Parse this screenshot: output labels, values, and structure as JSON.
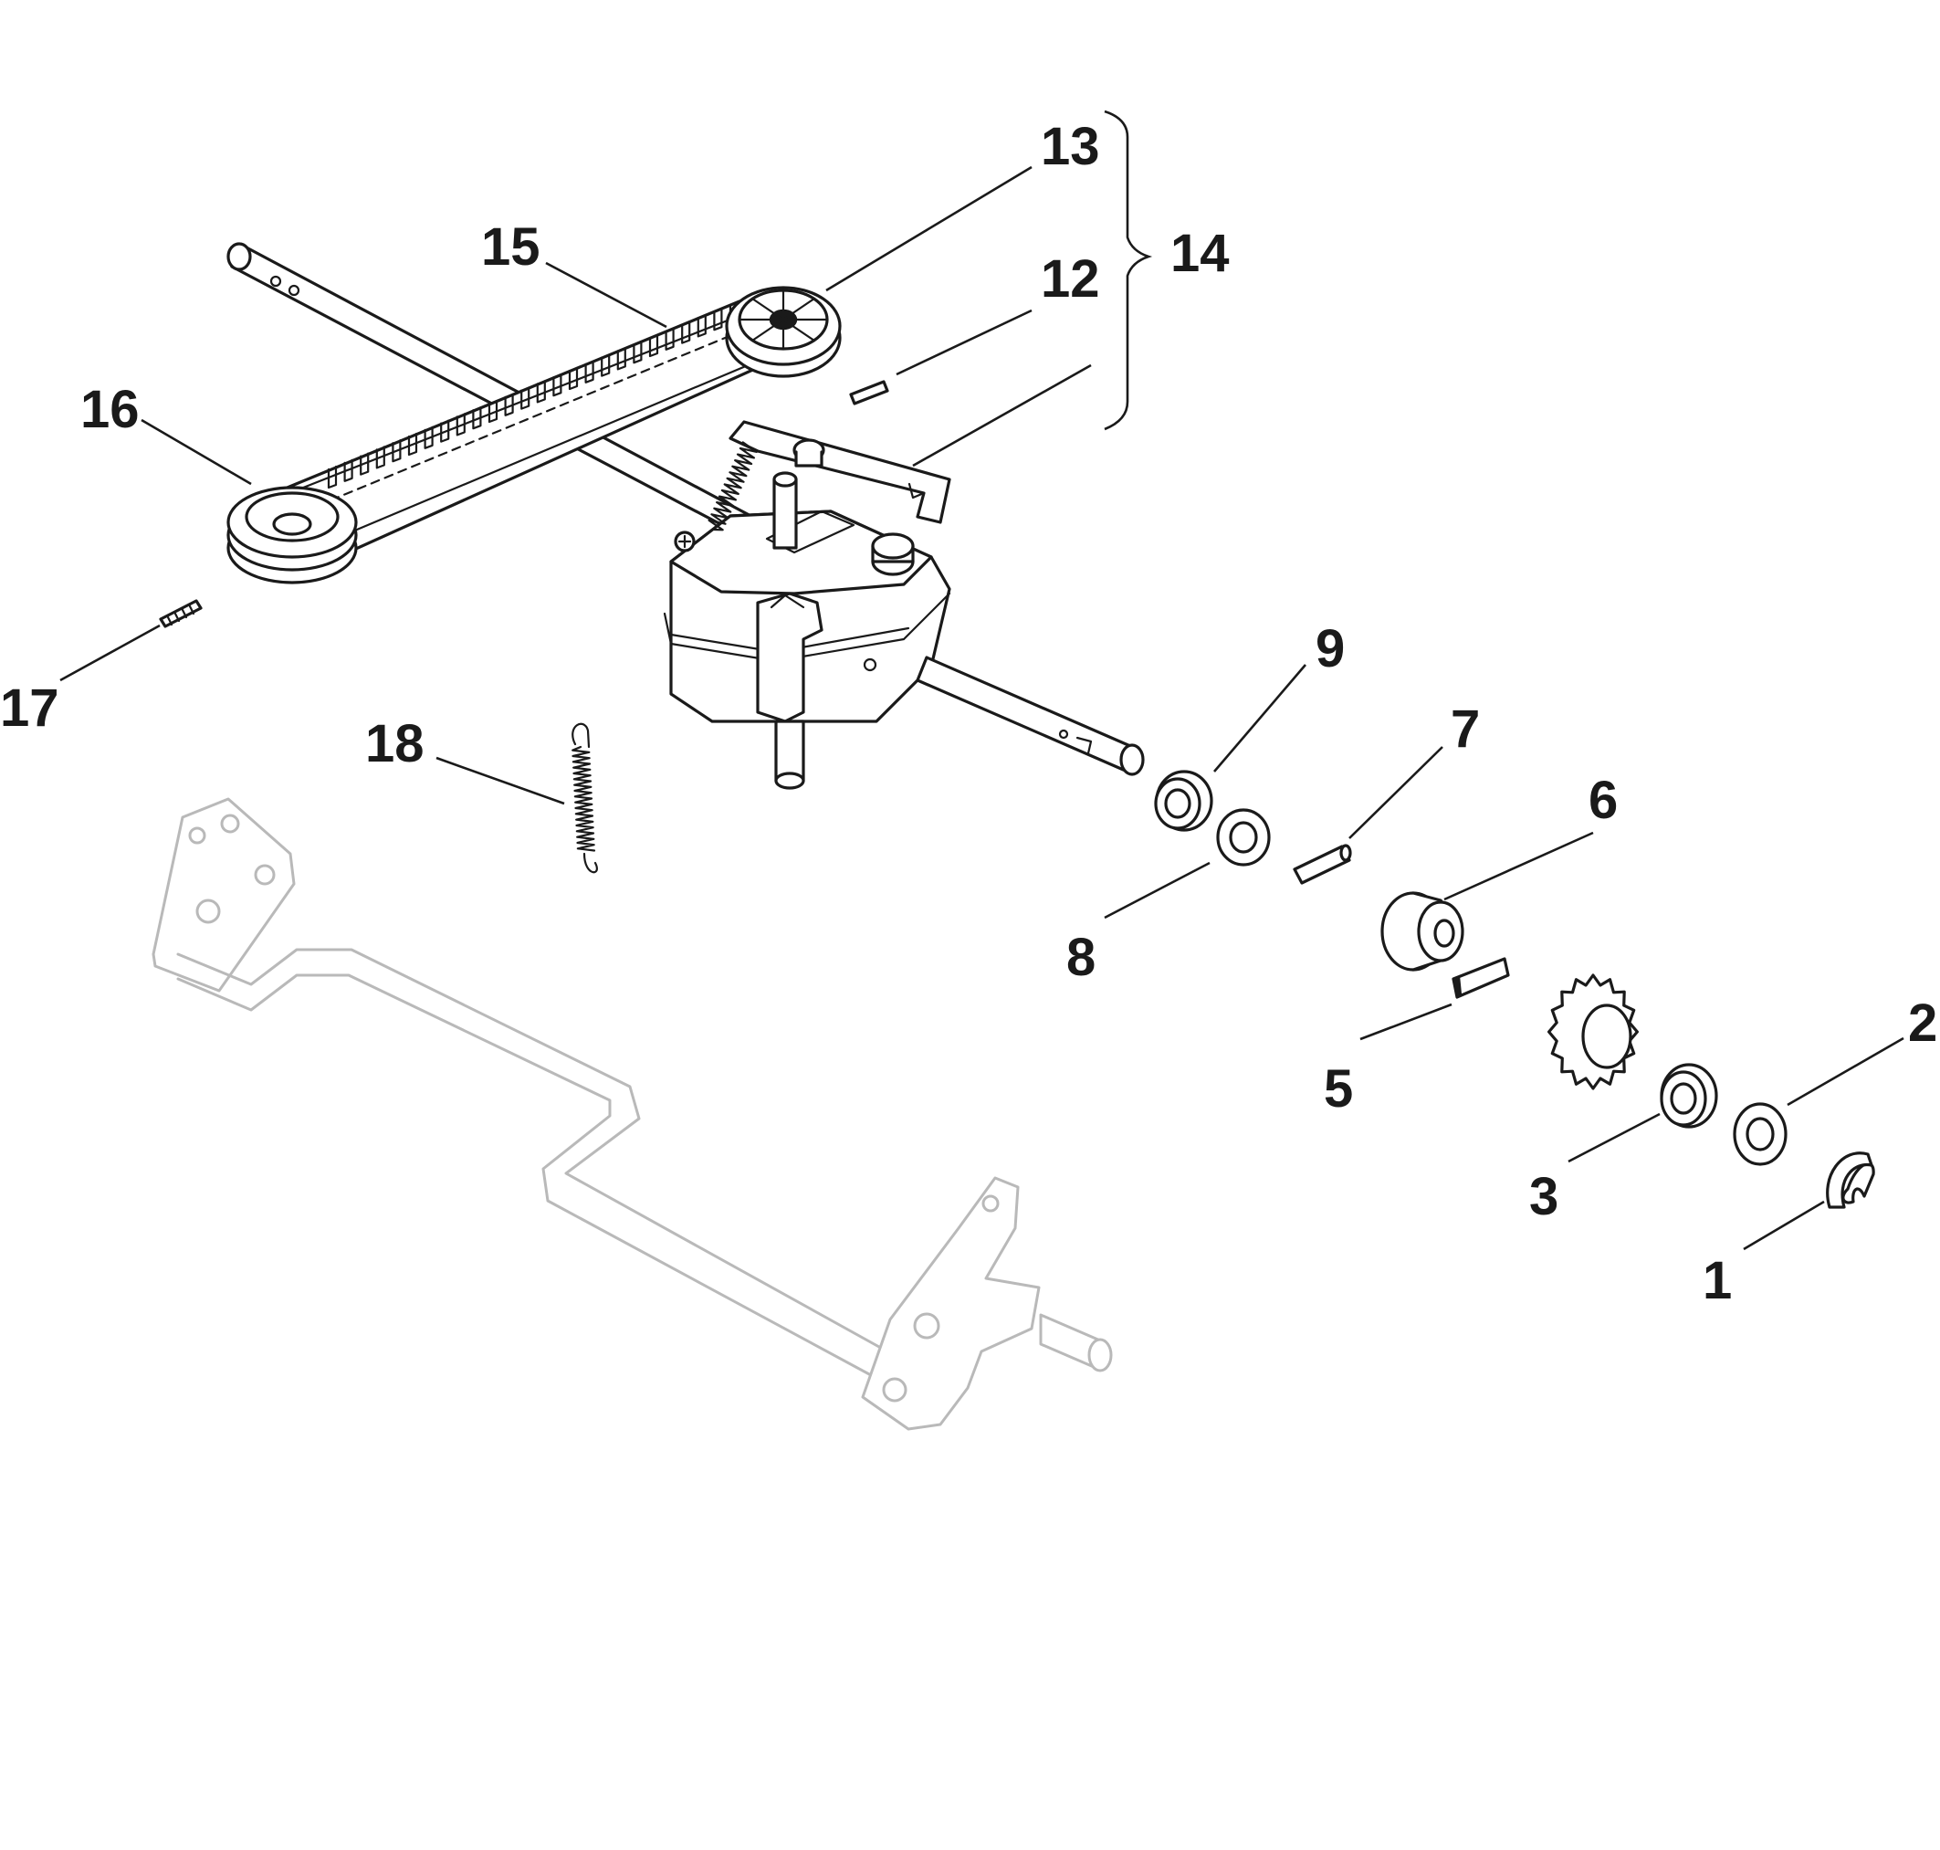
{
  "callouts": {
    "c1": "1",
    "c2": "2",
    "c3": "3",
    "c5": "5",
    "c6": "6",
    "c7": "7",
    "c8": "8",
    "c9": "9",
    "c12": "12",
    "c13": "13",
    "c14": "14",
    "c15": "15",
    "c16": "16",
    "c17": "17",
    "c18": "18"
  },
  "colors": {
    "ink": "#1a1a1a",
    "ghost_frame": "#b9b9b9",
    "background": "#ffffff"
  }
}
